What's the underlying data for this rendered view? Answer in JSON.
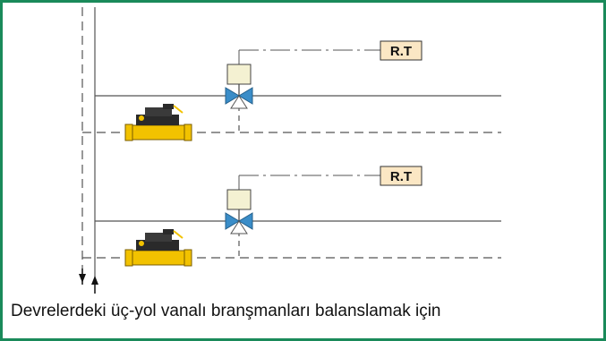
{
  "colors": {
    "frame_border": "#1a8a5a",
    "pipe": "#555555",
    "rt_fill": "#fbe7c4",
    "actuator_fill": "#f4f1d2",
    "valve_blue": "#3a8dc8",
    "valve_white": "#ffffff",
    "balancing_valve_body": "#f2c200",
    "balancing_valve_dark": "#2a2a2a"
  },
  "branches": [
    {
      "controller_label": "R.T"
    },
    {
      "controller_label": "R.T"
    }
  ],
  "flow_arrows": {
    "supply": "up",
    "return": "down"
  },
  "caption": "Devrelerdeki üç-yol vanalı branşmanları balanslamak için",
  "icons": [
    "three-way-valve-icon",
    "balancing-valve-icon",
    "actuator-icon",
    "room-thermostat-icon",
    "arrow-up-icon",
    "arrow-down-icon"
  ]
}
